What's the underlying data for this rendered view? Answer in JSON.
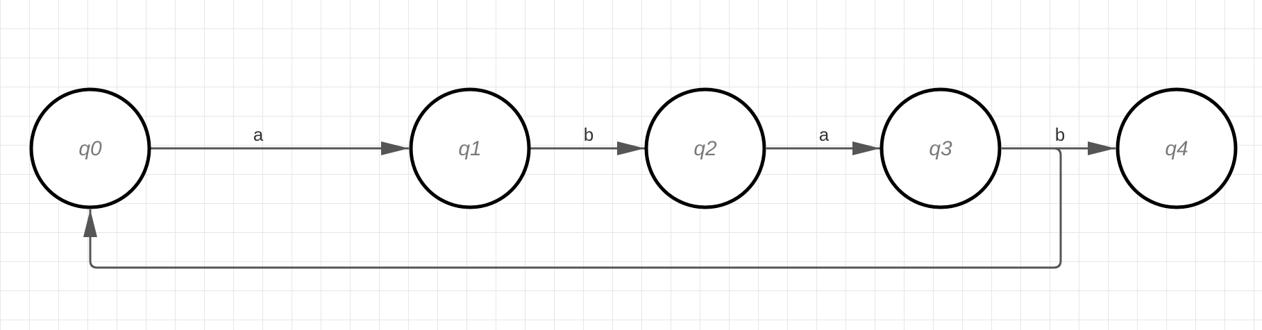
{
  "diagram": {
    "grid_color": "#e6e6e6",
    "stroke_color": "#000000",
    "edge_color": "#555555",
    "states": [
      {
        "id": "q0",
        "label": "q0"
      },
      {
        "id": "q1",
        "label": "q1"
      },
      {
        "id": "q2",
        "label": "q2"
      },
      {
        "id": "q3",
        "label": "q3"
      },
      {
        "id": "q4",
        "label": "q4"
      }
    ],
    "transitions": [
      {
        "from": "q0",
        "to": "q1",
        "label": "a"
      },
      {
        "from": "q1",
        "to": "q2",
        "label": "b"
      },
      {
        "from": "q2",
        "to": "q3",
        "label": "a"
      },
      {
        "from": "q3",
        "to": "q4",
        "label": "b"
      },
      {
        "from": "q3",
        "to": "q0",
        "label": ""
      }
    ]
  }
}
